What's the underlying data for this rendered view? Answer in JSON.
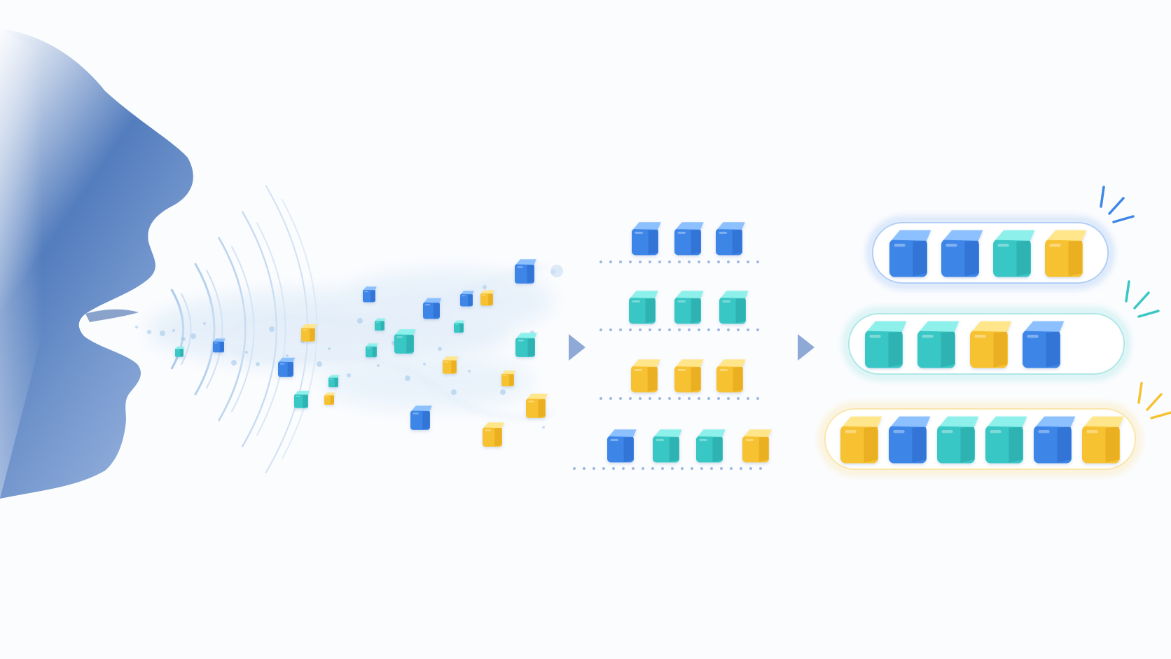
{
  "palette": {
    "blue": "#3d86e8",
    "teal": "#38c7c4",
    "yellow": "#f7c232",
    "face": "#4f79bb",
    "arrow": "#8fa9d6",
    "background": "#fbfcfe"
  },
  "icons": {
    "face": "speaker-face-silhouette-icon",
    "waves": "sound-wave-icon",
    "token": "token-cube-icon",
    "arrow": "arrow-right-icon",
    "sparkle": "sparkle-icon"
  },
  "scatter": {
    "cube_colors": [
      "blue",
      "blue",
      "teal",
      "yellow",
      "yellow",
      "teal",
      "blue",
      "teal",
      "yellow",
      "teal",
      "blue",
      "blue",
      "yellow",
      "teal",
      "blue",
      "yellow",
      "yellow",
      "yellow",
      "blue",
      "teal",
      "yellow",
      "teal",
      "teal"
    ]
  },
  "groups": [
    [
      "blue",
      "blue",
      "blue"
    ],
    [
      "teal",
      "teal",
      "teal"
    ],
    [
      "yellow",
      "yellow",
      "yellow"
    ],
    [
      "blue",
      "teal",
      "teal",
      "yellow"
    ]
  ],
  "sequences": [
    {
      "accent": "blue",
      "tokens": [
        "blue",
        "blue",
        "teal",
        "yellow"
      ]
    },
    {
      "accent": "teal",
      "tokens": [
        "teal",
        "teal",
        "yellow",
        "blue"
      ]
    },
    {
      "accent": "yellow",
      "tokens": [
        "yellow",
        "blue",
        "teal",
        "teal",
        "blue",
        "yellow"
      ]
    }
  ]
}
